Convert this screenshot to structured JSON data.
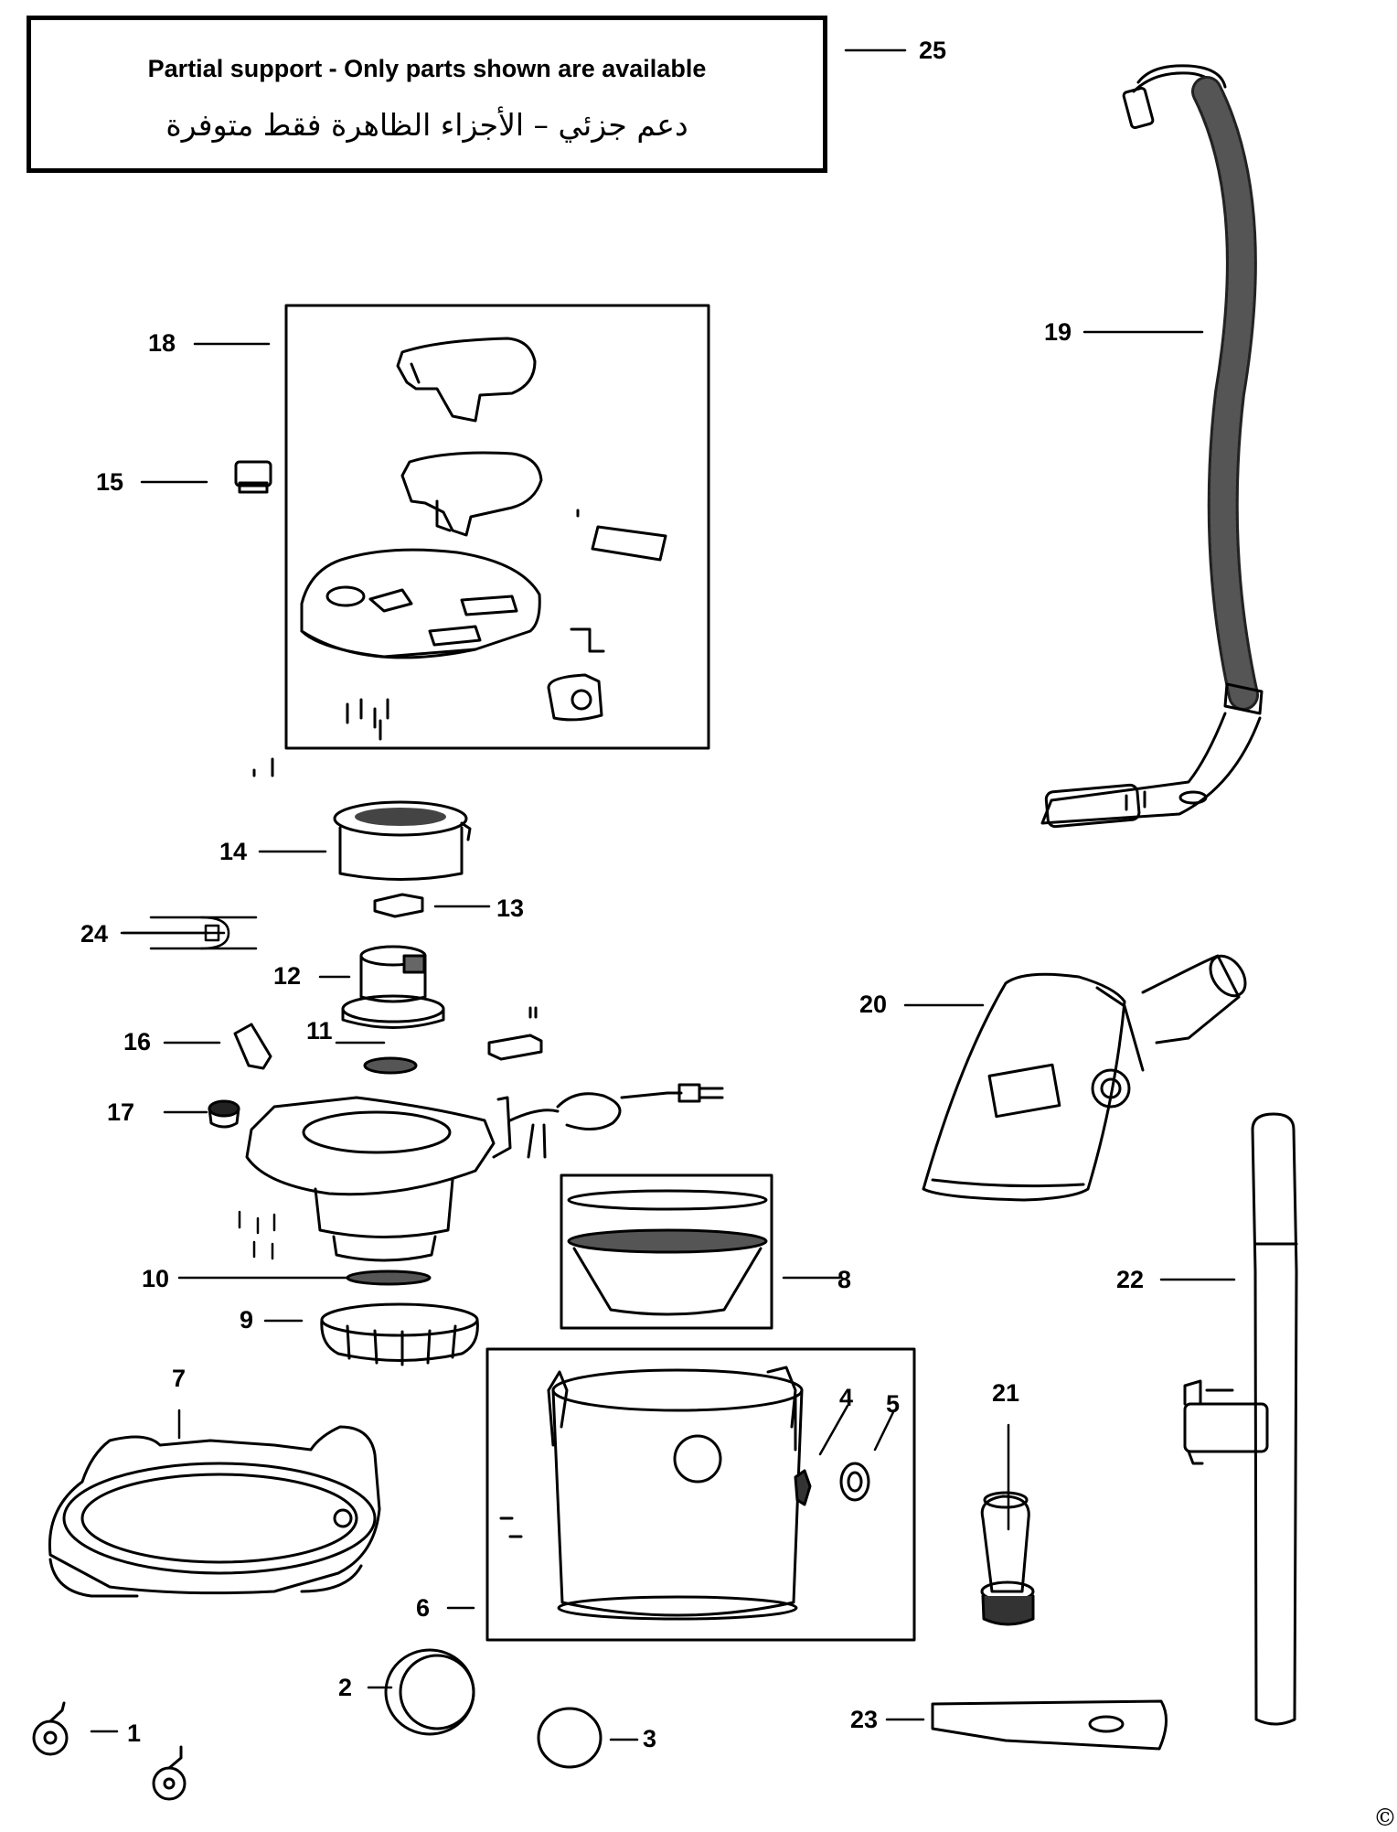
{
  "notice": {
    "english": "Partial support - Only parts shown are available",
    "arabic": "دعم جزئي – الأجزاء الظاهرة فقط متوفرة"
  },
  "callouts": [
    "1",
    "2",
    "3",
    "4",
    "5",
    "6",
    "7",
    "8",
    "9",
    "10",
    "11",
    "12",
    "13",
    "14",
    "15",
    "16",
    "17",
    "18",
    "19",
    "20",
    "21",
    "22",
    "23",
    "24",
    "25"
  ],
  "copyright_mark": "©"
}
